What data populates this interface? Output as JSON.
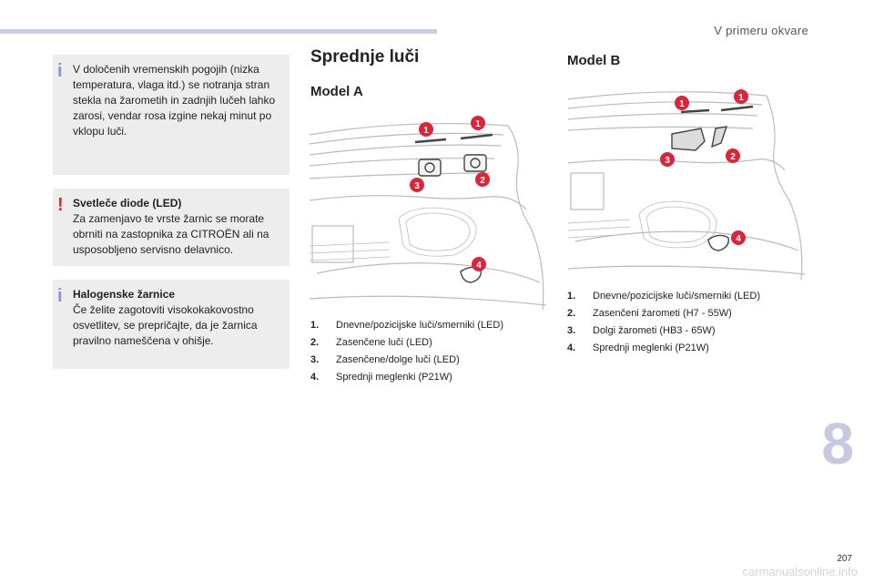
{
  "header": {
    "section_title": "V primeru okvare"
  },
  "boxes": [
    {
      "type": "info",
      "mark": "i",
      "text": "V določenih vremenskih pogojih (nizka temperatura, vlaga itd.) se notranja stran stekla na žarometih in zadnjih lučeh lahko zarosi, vendar rosa izgine nekaj minut po vklopu luči."
    },
    {
      "type": "warning",
      "mark": "!",
      "title": "Svetleče diode (LED)",
      "text": "Za zamenjavo te vrste žarnic se morate obrniti na zastopnika za CITROËN ali na usposobljeno servisno delavnico."
    },
    {
      "type": "info",
      "mark": "i",
      "title": "Halogenske žarnice",
      "text": "Če želite zagotoviti visokokakovostno osvetlitev, se prepričajte, da je žarnica pravilno nameščena v ohišje."
    }
  ],
  "main_title": "Sprednje luči",
  "model_a": {
    "title": "Model A",
    "badges": [
      "1",
      "1",
      "2",
      "3",
      "4"
    ],
    "legend": [
      {
        "num": "1.",
        "text": "Dnevne/pozicijske luči/smerniki (LED)"
      },
      {
        "num": "2.",
        "text": "Zasenčene luči (LED)"
      },
      {
        "num": "3.",
        "text": "Zasenčene/dolge luči (LED)"
      },
      {
        "num": "4.",
        "text": "Sprednji meglenki (P21W)"
      }
    ]
  },
  "model_b": {
    "title": "Model B",
    "badges": [
      "1",
      "1",
      "2",
      "3",
      "4"
    ],
    "legend": [
      {
        "num": "1.",
        "text": "Dnevne/pozicijske luči/smerniki (LED)"
      },
      {
        "num": "2.",
        "text": "Zasenčeni žarometi (H7 - 55W)"
      },
      {
        "num": "3.",
        "text": "Dolgi žarometi (HB3 - 65W)"
      },
      {
        "num": "4.",
        "text": "Sprednji meglenki (P21W)"
      }
    ]
  },
  "chapter_number": "8",
  "page_number": "207",
  "watermark": "carmanualsonline.info",
  "colors": {
    "accent": "#c9cde3",
    "badge": "#d9263b",
    "info_mark": "#8a93cf",
    "warning_mark": "#e2233a",
    "box_bg": "#ededed"
  }
}
